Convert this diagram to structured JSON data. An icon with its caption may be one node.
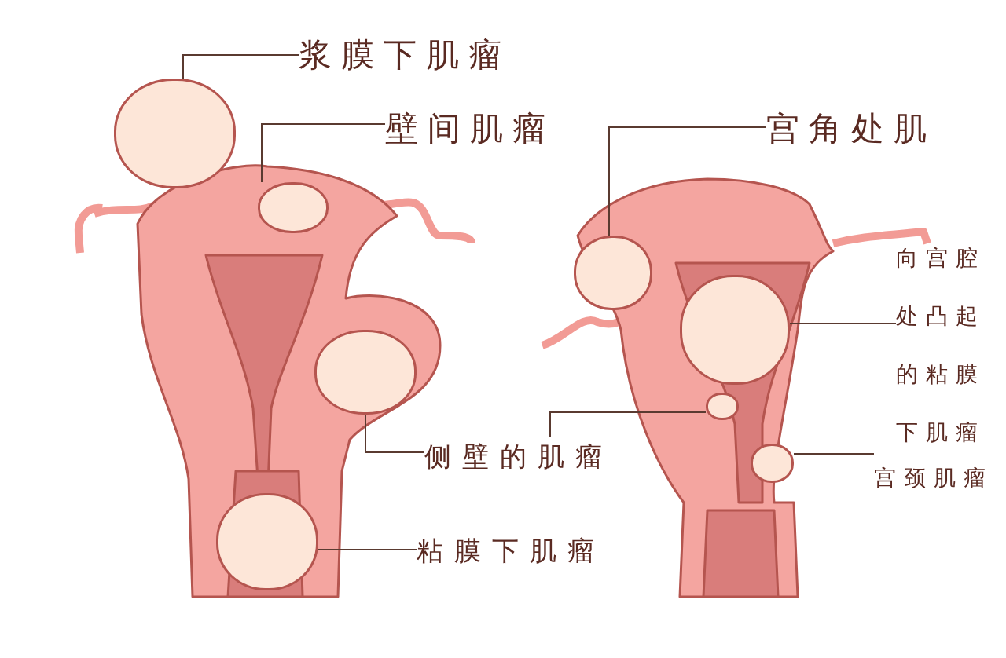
{
  "diagram": {
    "nodes": [
      {
        "text": [
          "浆膜下肌瘤"
        ]
      },
      {
        "text": [],
        "shape": "circle"
      },
      {
        "text": [
          "壁间肌瘤"
        ]
      },
      {
        "text": [],
        "shape": "circle"
      },
      {
        "text": [
          "侧壁的肌瘤"
        ]
      },
      {
        "text": [],
        "shape": "circle"
      },
      {
        "text": [
          "粘膜下肌瘤"
        ]
      },
      {
        "text": [],
        "shape": "circle"
      },
      {
        "text": [
          "宫角处肌"
        ]
      },
      {
        "text": [],
        "shape": "circle"
      },
      {
        "text": [
          "向宫腔处凸起的粘膜下肌瘤"
        ]
      },
      {
        "text": [],
        "shape": "circle"
      },
      {
        "text": [],
        "shape": "circle"
      },
      {
        "text": [
          "宫颈肌瘤"
        ]
      },
      {
        "text": [],
        "shape": "circle"
      }
    ],
    "edges": [
      {
        "from": 0,
        "to": 1,
        "arrow": "none"
      },
      {
        "from": 2,
        "to": 3,
        "arrow": "none"
      },
      {
        "from": 4,
        "to": 5,
        "arrow": "none"
      },
      {
        "from": 6,
        "to": 7,
        "arrow": "none"
      },
      {
        "from": 8,
        "to": 9,
        "arrow": "none"
      },
      {
        "from": 10,
        "to": 11,
        "arrow": "none"
      },
      {
        "from": 4,
        "to": 12,
        "arrow": "none"
      },
      {
        "from": 13,
        "to": 14,
        "arrow": "none"
      }
    ]
  }
}
